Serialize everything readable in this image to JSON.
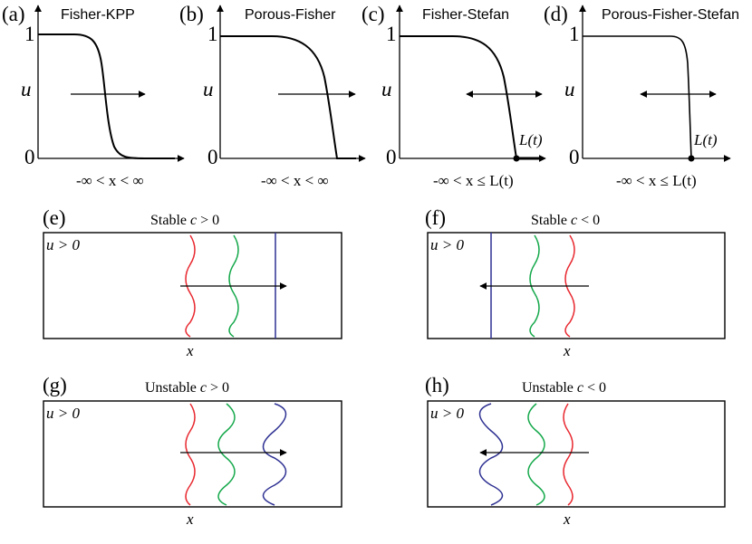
{
  "panels_top": [
    {
      "label": "(a)",
      "title": "Fisher-KPP",
      "y_top": "1",
      "y_bottom": "0",
      "y_var": "u",
      "domain": "-∞ < x < ∞",
      "boundary": ""
    },
    {
      "label": "(b)",
      "title": "Porous-Fisher",
      "y_top": "1",
      "y_bottom": "0",
      "y_var": "u",
      "domain": "-∞ < x < ∞",
      "boundary": ""
    },
    {
      "label": "(c)",
      "title": "Fisher-Stefan",
      "y_top": "1",
      "y_bottom": "0",
      "y_var": "u",
      "domain": "-∞ < x ≤ L(t)",
      "boundary": "L(t)"
    },
    {
      "label": "(d)",
      "title": "Porous-Fisher-Stefan",
      "y_top": "1",
      "y_bottom": "0",
      "y_var": "u",
      "domain": "-∞ < x ≤ L(t)",
      "boundary": "L(t)"
    }
  ],
  "panels_bottom": [
    {
      "label": "(e)",
      "title_prefix": "Stable ",
      "title_var": "c",
      "title_suffix": " > 0",
      "region": "u > 0",
      "x_var": "x"
    },
    {
      "label": "(f)",
      "title_prefix": "Stable ",
      "title_var": "c",
      "title_suffix": " < 0",
      "region": "u > 0",
      "x_var": "x"
    },
    {
      "label": "(g)",
      "title_prefix": "Unstable ",
      "title_var": "c",
      "title_suffix": " > 0",
      "region": "u > 0",
      "x_var": "x"
    },
    {
      "label": "(h)",
      "title_prefix": "Unstable ",
      "title_var": "c",
      "title_suffix": " < 0",
      "region": "u > 0",
      "x_var": "x"
    }
  ],
  "colors": {
    "red": "#e8282f",
    "green": "#14a84a",
    "blue": "#2e3192",
    "axis": "#000000"
  }
}
